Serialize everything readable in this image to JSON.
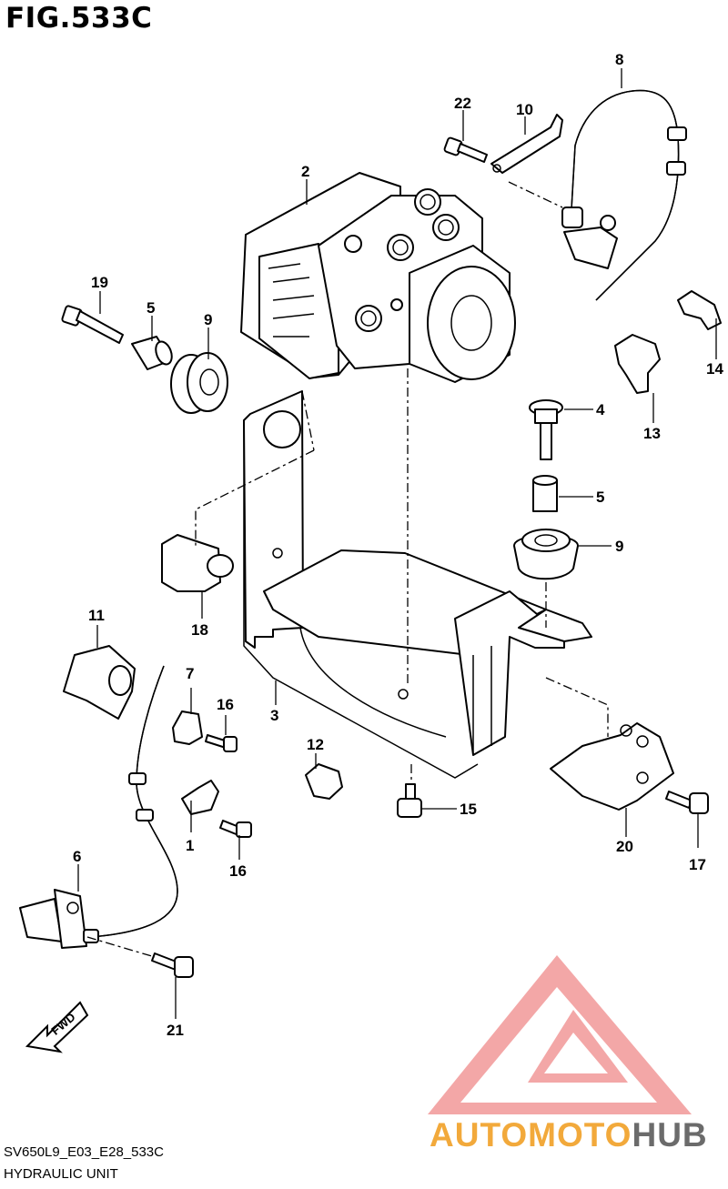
{
  "figure": {
    "title": "FIG.533C",
    "code": "SV650L9_E03_E28_533C",
    "name": "HYDRAULIC UNIT",
    "fwd_label": "FWD"
  },
  "watermark": {
    "brand_part1": "AUTOMOTO",
    "brand_part2": "HUB",
    "color_part1": "#f2a93b",
    "color_part2": "#6b6b6b",
    "logo_color": "#ef8a8a"
  },
  "callouts": [
    {
      "id": "c8",
      "label": "8"
    },
    {
      "id": "c22",
      "label": "22"
    },
    {
      "id": "c10",
      "label": "10"
    },
    {
      "id": "c2",
      "label": "2"
    },
    {
      "id": "c19",
      "label": "19"
    },
    {
      "id": "c5a",
      "label": "5"
    },
    {
      "id": "c9a",
      "label": "9"
    },
    {
      "id": "c14",
      "label": "14"
    },
    {
      "id": "c13",
      "label": "13"
    },
    {
      "id": "c4",
      "label": "4"
    },
    {
      "id": "c5b",
      "label": "5"
    },
    {
      "id": "c9b",
      "label": "9"
    },
    {
      "id": "c18",
      "label": "18"
    },
    {
      "id": "c11",
      "label": "11"
    },
    {
      "id": "c7",
      "label": "7"
    },
    {
      "id": "c16a",
      "label": "16"
    },
    {
      "id": "c3",
      "label": "3"
    },
    {
      "id": "c12",
      "label": "12"
    },
    {
      "id": "c1",
      "label": "1"
    },
    {
      "id": "c16b",
      "label": "16"
    },
    {
      "id": "c15",
      "label": "15"
    },
    {
      "id": "c20",
      "label": "20"
    },
    {
      "id": "c17",
      "label": "17"
    },
    {
      "id": "c6",
      "label": "6"
    },
    {
      "id": "c21",
      "label": "21"
    }
  ]
}
